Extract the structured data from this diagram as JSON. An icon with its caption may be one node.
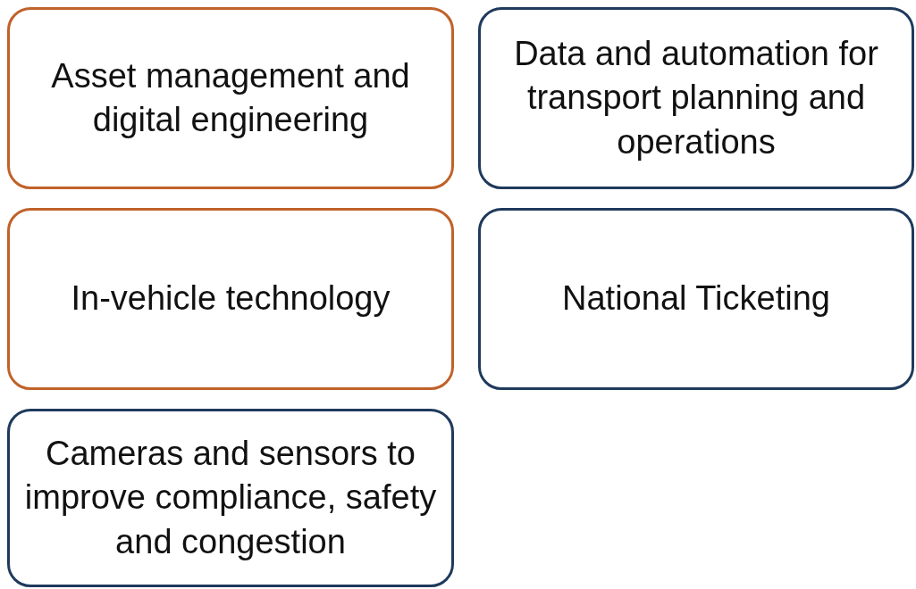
{
  "diagram": {
    "nodes": [
      {
        "text": [
          "Asset management and digital engineering"
        ]
      },
      {
        "text": [
          "Data and automation for transport planning and operations"
        ]
      },
      {
        "text": [
          "In-vehicle technology"
        ]
      },
      {
        "text": [
          "National Ticketing"
        ]
      },
      {
        "text": [
          "Cameras and sensors to improve compliance, safety and congestion"
        ]
      }
    ]
  }
}
